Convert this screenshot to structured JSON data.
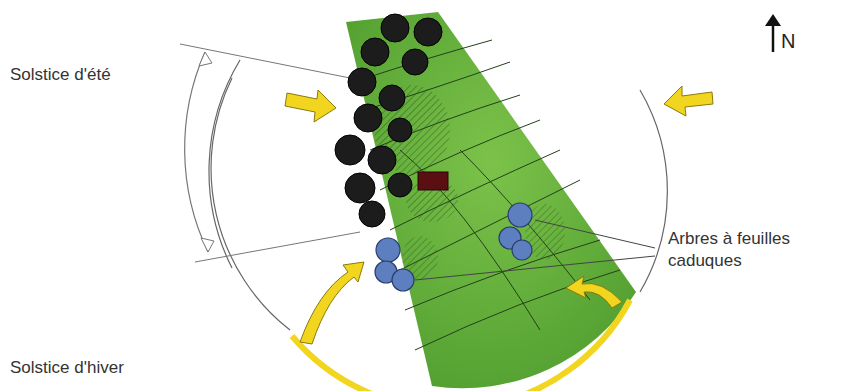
{
  "diagram": {
    "labels": [
      "N",
      "Solstice d'été",
      "Arbres à feuilles caduques",
      "Solstice d'hiver"
    ]
  }
}
